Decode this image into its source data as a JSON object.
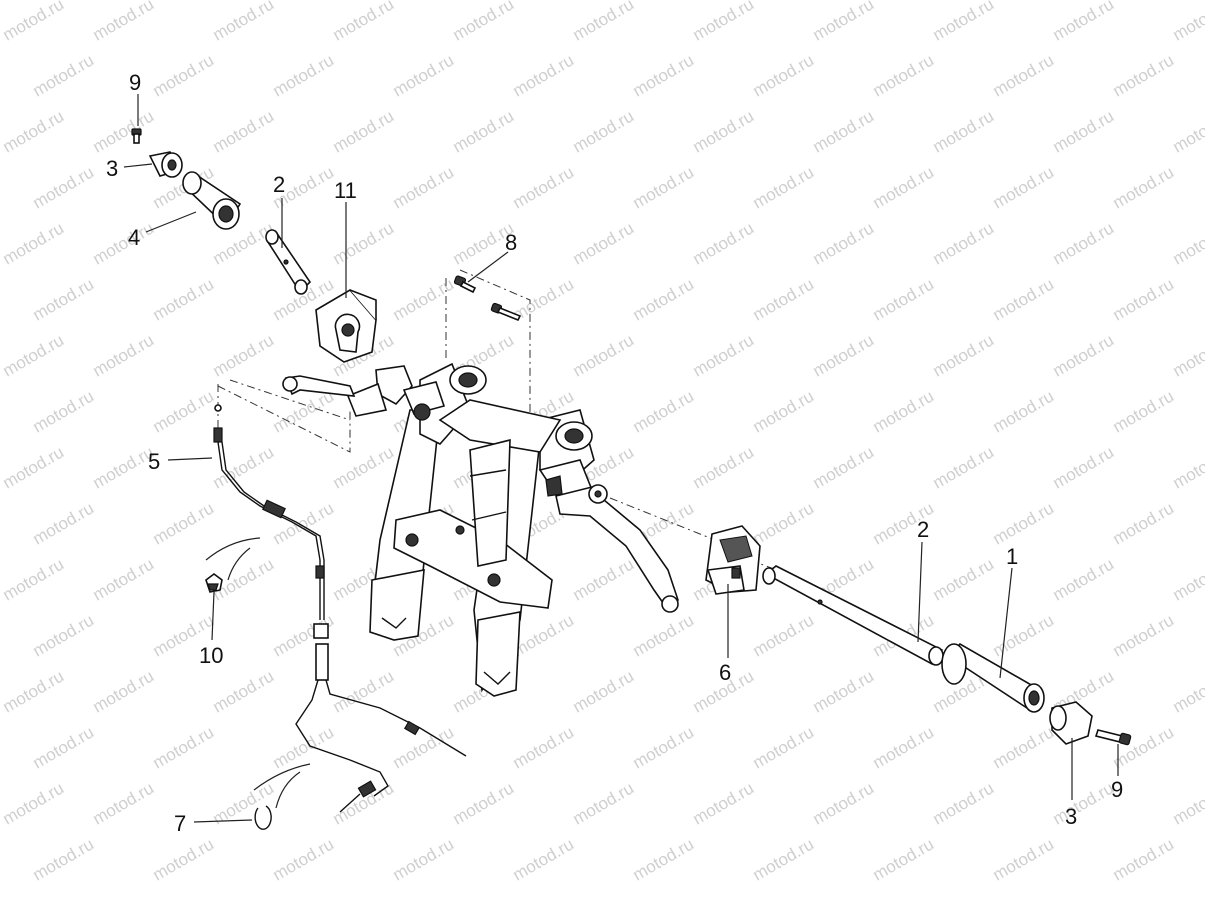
{
  "watermark": "motod.ru",
  "callouts": [
    {
      "id": "c9-left",
      "label": "9"
    },
    {
      "id": "c3-left",
      "label": "3"
    },
    {
      "id": "c4",
      "label": "4"
    },
    {
      "id": "c2-left",
      "label": "2"
    },
    {
      "id": "c11",
      "label": "11"
    },
    {
      "id": "c8",
      "label": "8"
    },
    {
      "id": "c5",
      "label": "5"
    },
    {
      "id": "c10",
      "label": "10"
    },
    {
      "id": "c7",
      "label": "7"
    },
    {
      "id": "c6",
      "label": "6"
    },
    {
      "id": "c2-right",
      "label": "2"
    },
    {
      "id": "c1",
      "label": "1"
    },
    {
      "id": "c3-right",
      "label": "3"
    },
    {
      "id": "c9-right",
      "label": "9"
    }
  ]
}
